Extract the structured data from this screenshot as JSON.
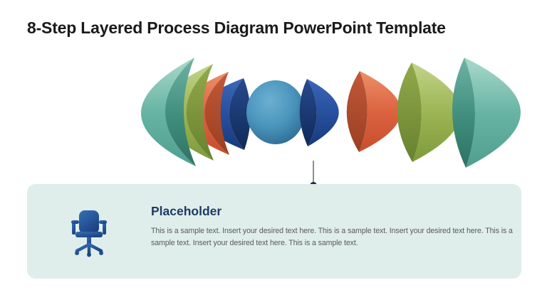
{
  "slide": {
    "title": "8-Step Layered Process Diagram PowerPoint Template",
    "background": "#ffffff"
  },
  "diagram": {
    "name": "8-step layered hemisphere process diagram",
    "center": {
      "shape": "sphere",
      "color": "#4a94bc"
    },
    "left_layers": [
      {
        "step": 1,
        "color_name": "teal",
        "hex": "#68b4a4"
      },
      {
        "step": 2,
        "color_name": "green",
        "hex": "#9db553"
      },
      {
        "step": 3,
        "color_name": "orange",
        "hex": "#dc6340"
      },
      {
        "step": 4,
        "color_name": "blue",
        "hex": "#27509e"
      }
    ],
    "right_layers": [
      {
        "step": 5,
        "color_name": "blue",
        "hex": "#27509e"
      },
      {
        "step": 6,
        "color_name": "orange",
        "hex": "#dc6340"
      },
      {
        "step": 7,
        "color_name": "green",
        "hex": "#9db553"
      },
      {
        "step": 8,
        "color_name": "teal",
        "hex": "#68b4a4"
      }
    ],
    "connector": {
      "line_color": "#4a525c",
      "dot_color": "#1b2d47"
    }
  },
  "palette": {
    "teal": {
      "light": "#a9dacb",
      "base": "#68b4a4",
      "dark": "#4f9e8e",
      "cut_light": "#6fb3a5",
      "cut": "#3f8d7c",
      "cut_dark": "#2f7263"
    },
    "green": {
      "light": "#c2d48b",
      "base": "#9db553",
      "dark": "#7e9a3c",
      "cut_light": "#93a94b",
      "cut_dark": "#66822e"
    },
    "orange": {
      "light": "#ea9068",
      "base": "#dc6340",
      "dark": "#c74e2d",
      "cut_light": "#c2583a",
      "cut_dark": "#9a3f20"
    },
    "blue": {
      "light": "#3a67b8",
      "base": "#27509e",
      "dark": "#163a7c",
      "cut_light": "#27498e",
      "cut_dark": "#102a58"
    },
    "sphere": {
      "light": "#6cb0d2",
      "base": "#4a94bc",
      "dark": "#2d6a92"
    }
  },
  "placeholder": {
    "icon": "office-chair-icon",
    "icon_color_top": "#356fb5",
    "icon_color_bottom": "#1c4182",
    "box_color": "#dfeeea",
    "title": "Placeholder",
    "title_color": "#1e3a66",
    "body": "This is a sample text. Insert your desired text here. This is a sample text. Insert your desired text here. This is a sample text. Insert your desired text here. This is a sample text.",
    "body_color": "#5a5a5a"
  }
}
